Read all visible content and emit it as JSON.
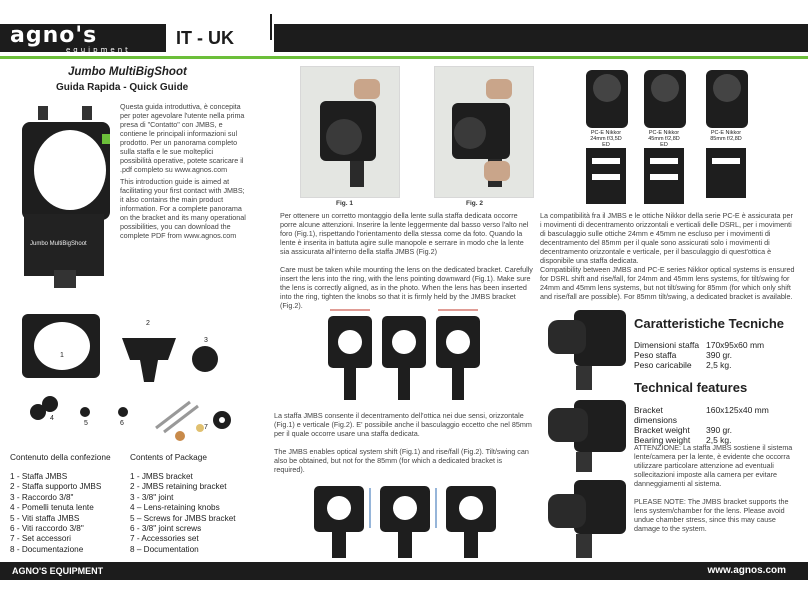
{
  "header": {
    "brand": "agno's",
    "brand_sub": "equipment",
    "lang": "IT - UK"
  },
  "footer": {
    "left": "AGNO'S EQUIPMENT",
    "right": "www.agnos.com"
  },
  "product": {
    "title": "Jumbo MultiBigShoot",
    "subtitle": "Guida Rapida - Quick Guide",
    "bracket_label": "Jumbo MultiBigShoot"
  },
  "intro_it": "Questa guida introduttiva, è concepita per poter agevolare l'utente nella prima presa di \"Contatto\" con JMBS, e contiene le principali informazioni sul prodotto. Per un panorama completo sulla staffa e le sue molteplici possibilità operative, potete scaricare il .pdf completo su www.agnos.com",
  "intro_en": "This introduction guide is aimed at facilitating your first contact with JMBS; it also contains the main product information. For a complete panorama on the bracket and its many operational possibilities, you can download the complete PDF from www.agnos.com",
  "parts_numbers": [
    "1",
    "2",
    "3",
    "4",
    "5",
    "6",
    "7"
  ],
  "contents_it": {
    "title": "Contenuto della confezione",
    "items": [
      "1 - Staffa JMBS",
      "2 - Staffa supporto JMBS",
      "3 - Raccordo 3/8\"",
      "4 - Pomelli tenuta lente",
      "5 - Viti staffa JMBS",
      "6 - Viti raccordo 3/8\"",
      "7 - Set accessori",
      "8 - Documentazione"
    ]
  },
  "contents_en": {
    "title": "Contents of Package",
    "items": [
      "1 - JMBS bracket",
      "2 - JMBS retaining bracket",
      "3 - 3/8\" joint",
      "4 – Lens-retaining knobs",
      "5 – Screws for JMBS bracket",
      "6 - 3/8\" joint screws",
      "7 - Accessories set",
      "8 – Documentation"
    ]
  },
  "figs": {
    "fig1": "Fig. 1",
    "fig2": "Fig. 2"
  },
  "mount_it": "Per ottenere un corretto montaggio della lente sulla staffa dedicata occorre porre alcune attenzioni. Inserire la lente leggermente dal basso verso l'alto nel foro (Fig.1), rispettando l'orientamento della stessa come da foto. Quando la lente è inserita in battuta agire sulle manopole e serrare in modo che la lente sia assicurata all'interno della staffa JMBS (Fig.2)",
  "mount_en": "Care must be taken while mounting the lens on the dedicated bracket. Carefully insert the lens into the ring, with the lens pointing downward (Fig.1). Make sure the lens is correctly aligned, as in the photo. When the lens has been inserted into the ring, tighten the knobs so that it is firmly held by the JMBS bracket (Fig.2).",
  "shift_it": "La staffa JMBS consente il decentramento dell'ottica nei due sensi, orizzontale (Fig.1) e verticale (Fig.2). E' possibile anche il basculaggio eccetto che nel 85mm per il quale occorre usare una staffa dedicata.",
  "shift_en": "The JMBS enables optical system shift (Fig.1) and rise/fall (Fig.2). Tilt/swing can also be obtained, but not for the 85mm (for which a dedicated bracket is required).",
  "lenses": [
    "PC-E Nikkor 24mm f/3,5D ED",
    "PC-E Nikkor 45mm f/2,8D ED",
    "PC-E Nikkor 85mm f/2,8D"
  ],
  "compat_it": "La compatibilità fra il JMBS e le ottiche Nikkor della serie PC-E è assicurata per i movimenti di decentramento orizzontali e verticali delle DSRL, per i movimenti di basculaggio sulle ottiche 24mm e 45mm ne escluso per i movimenti di decentramento del 85mm per il quale sono assicurati solo i movimenti di decentramento orizzontale e verticale, per il basculaggio di quest'ottica è disponibile una staffa dedicata.",
  "compat_en": "Compatibility between JMBS and PC-E series Nikkor optical systems is ensured for DSRL shift and rise/fall, for 24mm and 45mm lens systems, for tilt/swing for 24mm and 45mm lens systems, but not tilt/swing for 85mm (for which only shift and rise/fall are possible). For 85mm tilt/swing, a dedicated bracket is available.",
  "specs_it": {
    "title": "Caratteristiche Tecniche",
    "rows": [
      {
        "k": "Dimensioni staffa",
        "v": "170x95x60 mm"
      },
      {
        "k": "Peso staffa",
        "v": "390 gr."
      },
      {
        "k": "Peso caricabile",
        "v": "2,5 kg."
      }
    ]
  },
  "specs_en": {
    "title": "Technical features",
    "rows": [
      {
        "k": "Bracket dimensions",
        "v": "160x125x40 mm"
      },
      {
        "k": "Bracket weight",
        "v": "390 gr."
      },
      {
        "k": "Bearing weight",
        "v": "2,5 kg."
      }
    ]
  },
  "warn_it": "ATTENZIONE: La staffa JMBS sostiene il sistema lente/camera per la lente, è evidente che occorra utilizzare particolare attenzione ad eventuali sollecitazioni imposte alla camera per evitare danneggiamenti al sistema.",
  "warn_en": "PLEASE NOTE: The JMBS bracket supports the lens system/chamber for the lens. Please avoid undue chamber stress, since this may cause damage to the system."
}
